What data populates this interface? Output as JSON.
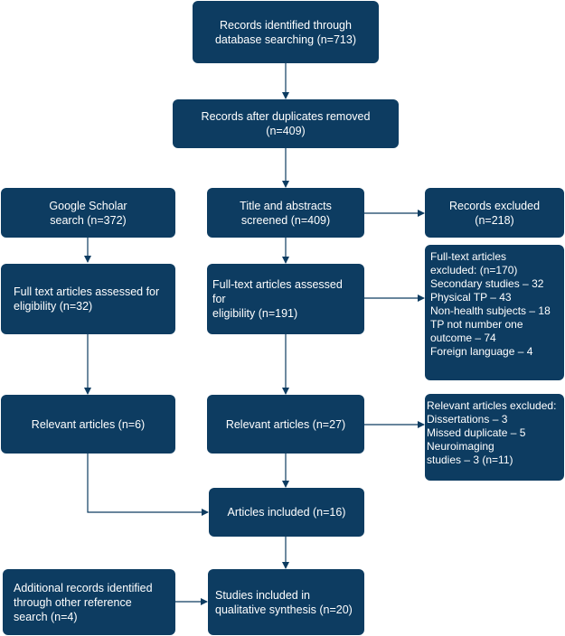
{
  "colors": {
    "box_fill": "#0d3c61",
    "box_text": "#ffffff",
    "arrow": "#0d3c61"
  },
  "boxes": {
    "identified": "Records identified through\ndatabase searching (n=713)",
    "duplicates_removed": "Records after duplicates removed (n=409)",
    "google_scholar": "Google Scholar\nsearch (n=372)",
    "title_abstracts": "Title and abstracts\nscreened (n=409)",
    "records_excluded": "Records excluded (n=218)",
    "fulltext_left": "Full text articles assessed for\neligibility (n=32)",
    "fulltext_center": "Full-text articles assessed for\neligibility (n=191)",
    "fulltext_excluded": "Full-text articles\nexcluded: (n=170)\nSecondary studies – 32\nPhysical TP – 43\nNon-health subjects – 18\nTP not number one\noutcome – 74\nForeign language – 4",
    "relevant_left": "Relevant articles (n=6)",
    "relevant_center": "Relevant articles (n=27)",
    "relevant_excluded": "Relevant articles excluded:\nDissertations – 3\n Missed duplicate – 5\nNeuroimaging\nstudies – 3 (n=11)",
    "articles_included": "Articles included (n=16)",
    "additional_records": "Additional records identified\nthrough other reference\nsearch (n=4)",
    "studies_included": "Studies included in\nqualitative synthesis (n=20)"
  }
}
